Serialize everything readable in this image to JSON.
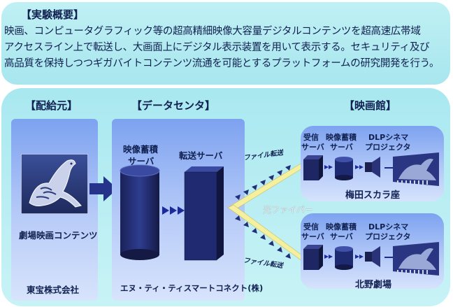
{
  "overview": {
    "heading": "【実験概要】",
    "lines": [
      "映画、コンピュータグラフィック等の超高精細映像大容量デジタルコンテンツを超高速広帯域",
      "アクセスライン上で転送し、大画面上にデジタル表示装置を用いて表示する。セキュリティ及び",
      "高品質を保持しつつギガバイトコンテンツ流通を可能とするプラットフォームの研究開発を行う。"
    ]
  },
  "distributor": {
    "heading": "【配給元】",
    "content_label": "劇場映画コンテンツ",
    "company": "東宝株式会社"
  },
  "datacenter": {
    "heading": "【データセンタ】",
    "storage_label_1": "映像蓄積",
    "storage_label_2": "サーバ",
    "transfer_label": "転送サーバ",
    "company": "エヌ・ティ・ティスマートコネクト(株)"
  },
  "link": {
    "fiber_label": "光ファイバー",
    "file_transfer_upper": "ファイル転送",
    "file_transfer_lower": "ファイル転送"
  },
  "theaters": {
    "heading": "【映画館】",
    "device_labels": {
      "recv_1": "受信",
      "recv_2": "サーバ",
      "store_1": "映像蓄積",
      "store_2": "サーバ",
      "proj_1": "DLPシネマ",
      "proj_2": "プロジェクタ"
    },
    "venue_1": "梅田スカラ座",
    "venue_2": "北野劇場"
  },
  "colors": {
    "panel": "#a9e8f0",
    "box": "#7da2f0",
    "device_dark": "#202840",
    "fiber": "#f4f0a0",
    "arrow": "#2a3a8a"
  }
}
